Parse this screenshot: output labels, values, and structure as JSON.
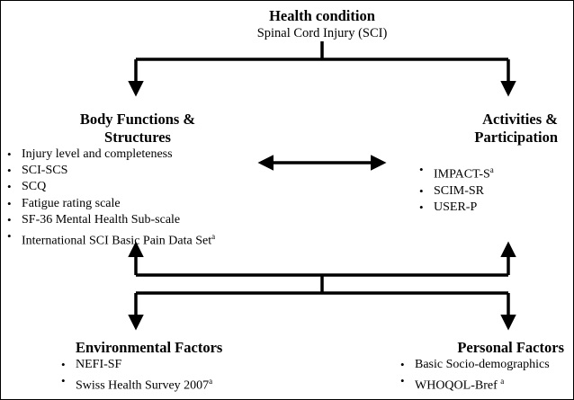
{
  "health_condition": {
    "title": "Health condition",
    "subtitle": "Spinal Cord Injury (SCI)"
  },
  "body_functions": {
    "title_line1": "Body Functions &",
    "title_line2": "Structures",
    "items": [
      {
        "text": "Injury level and completeness",
        "sup": ""
      },
      {
        "text": "SCI-SCS",
        "sup": ""
      },
      {
        "text": "SCQ",
        "sup": ""
      },
      {
        "text": "Fatigue rating scale",
        "sup": ""
      },
      {
        "text": "SF-36  Mental Health Sub-scale",
        "sup": ""
      },
      {
        "text": "International SCI Basic Pain Data Set",
        "sup": "a"
      }
    ]
  },
  "activities": {
    "title_line1": "Activities &",
    "title_line2": "Participation",
    "items": [
      {
        "text": "IMPACT-S",
        "sup": "a"
      },
      {
        "text": "SCIM-SR",
        "sup": ""
      },
      {
        "text": "USER-P",
        "sup": ""
      }
    ]
  },
  "environmental": {
    "title": "Environmental Factors",
    "items": [
      {
        "text": "NEFI-SF",
        "sup": ""
      },
      {
        "text": "Swiss Health Survey 2007",
        "sup": "a"
      }
    ]
  },
  "personal": {
    "title": "Personal Factors",
    "items": [
      {
        "text": "Basic Socio-demographics",
        "sup": ""
      },
      {
        "text": "WHOQOL-Bref ",
        "sup": "a"
      }
    ]
  }
}
